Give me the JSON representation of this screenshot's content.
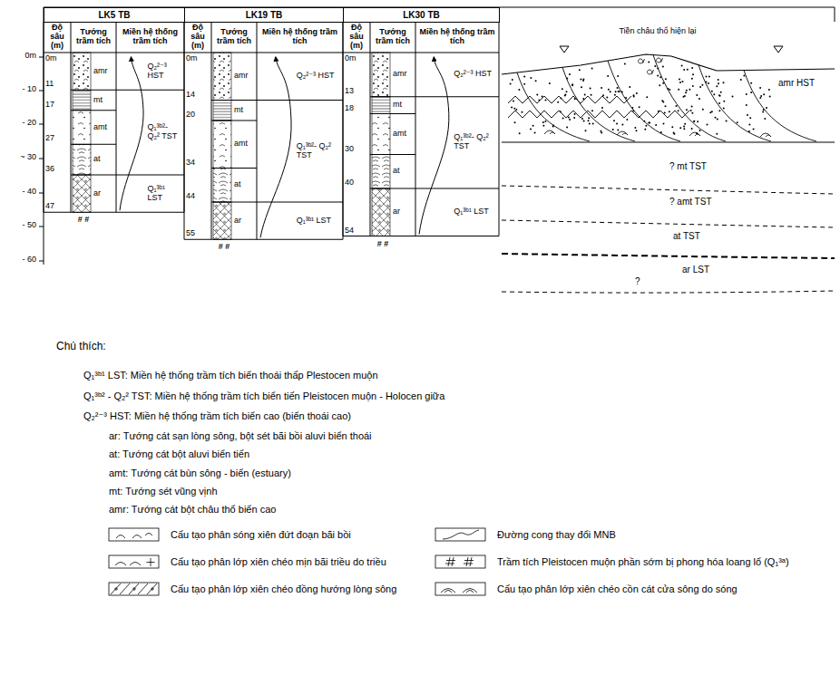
{
  "diagram": {
    "nodes": [
      {
        "text": [
          "LK5 TB"
        ]
      },
      {
        "text": [
          "LK19 TB"
        ]
      },
      {
        "text": [
          "LK30 TB"
        ]
      }
    ],
    "labels": [
      "0m",
      "- 10",
      "- 20",
      "~ 30",
      "- 40",
      "- 50",
      "- 60",
      "Độ sâu (m)",
      "Tướng trầm tích",
      "Miền hệ thống trầm tích",
      "0m",
      "11",
      "17",
      "27",
      "36",
      "47",
      "amr",
      "mt",
      "amt",
      "at",
      "ar",
      "Q₂²⁻³ HST",
      "Q₁³ᵇ²- Q₂² TST",
      "Q₁³ᵇ¹ LST",
      "# #",
      "Độ sâu (m)",
      "Tướng trầm tích",
      "Miền hệ thống trầm tích",
      "0m",
      "14",
      "20",
      "34",
      "44",
      "55",
      "amr",
      "mt",
      "amt",
      "at",
      "ar",
      "Q₂²⁻³ HST",
      "Q₁³ᵇ²- Q₂² TST",
      "Q₁³ᵇ¹ LST",
      "# #",
      "Độ sâu (m)",
      "Tướng trầm tích",
      "Miền hệ thống trầm tích",
      "0m",
      "13",
      "18",
      "30",
      "40",
      "54",
      "amr",
      "mt",
      "amt",
      "at",
      "ar",
      "Q₂²⁻³ HST",
      "Q₁³ᵇ²- Q₂² TST",
      "Q₁³ᵇ¹ LST",
      "# #",
      "Tiền châu thổ hiện lại",
      "amr HST",
      "? mt TST",
      "? amt TST",
      "at TST",
      "ar LST",
      "?",
      "Chú thích:",
      "Q₁³ᵇ¹ LST: Miền hệ thống trầm tích biển thoái thấp Plestocen muộn",
      "Q₁³ᵇ² - Q₂² TST: Miền hệ thống trầm tích biển tiến Pleistocen muộn - Holocen giữa",
      "Q₂²⁻³ HST: Miền hệ thống trầm tích biển cao (biển thoái cao)",
      "ar: Tướng cát sạn lòng sông, bột sét bãi bồi aluvi biển thoái",
      "at: Tướng cát bột aluvi biển tiến",
      "amt: Tướng cát bùn sông - biển (estuary)",
      "mt: Tướng sét vũng vịnh",
      "amr: Tướng cát bột châu thổ biển cao"
    ],
    "legend": [
      {
        "text": "Cấu tạo phân sóng xiên đứt đoạn bãi bồi"
      },
      {
        "text": "Đường cong thay đổi MNB"
      },
      {
        "text": "Cấu tạo phân lớp xiên chéo mịn bãi triều do triều"
      },
      {
        "text": "Trầm tích Pleistocen muộn phần sớm bị phong hóa loang lổ (Q₁³ᵃ)"
      },
      {
        "text": "Cấu tạo phân lớp xiên chéo đồng hướng lòng sông"
      },
      {
        "text": "Cấu tạo phân lớp xiên chéo cồn cát cửa sông do sóng"
      }
    ]
  }
}
